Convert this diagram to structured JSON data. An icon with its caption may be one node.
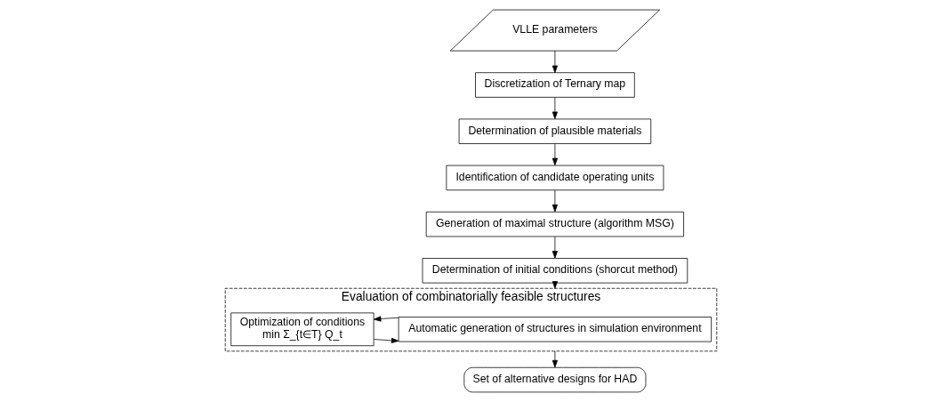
{
  "diagram": {
    "nodes": [
      {
        "text": [
          "VLLE parameters"
        ]
      },
      {
        "text": [
          "Discretization of Ternary map"
        ]
      },
      {
        "text": [
          "Determination of plausible materials"
        ]
      },
      {
        "text": [
          "Identification of candidate operating units"
        ]
      },
      {
        "text": [
          "Generation of maximal structure (algorithm MSG)"
        ]
      },
      {
        "text": [
          "Determination of initial conditions (shorcut method)"
        ]
      },
      {
        "text": [
          "Evaluation of combinatorially feasible structures"
        ]
      },
      {
        "text": [
          "Automatic generation of structures in simulation environment"
        ],
        "in": 6
      },
      {
        "text": [
          "Optimization of conditions",
          "min Σ_{t∈T} Q_t"
        ],
        "in": 6
      },
      {
        "text": [
          "Set of alternative designs for HAD"
        ]
      }
    ],
    "edges": [
      {
        "from": 0,
        "to": 1,
        "arrow": "to"
      },
      {
        "from": 1,
        "to": 2,
        "arrow": "to"
      },
      {
        "from": 2,
        "to": 3,
        "arrow": "to"
      },
      {
        "from": 3,
        "to": 4,
        "arrow": "to"
      },
      {
        "from": 4,
        "to": 5,
        "arrow": "to"
      },
      {
        "from": 5,
        "to": 6,
        "arrow": "to"
      },
      {
        "from": 8,
        "to": 7,
        "arrow": "to"
      },
      {
        "from": 7,
        "to": 8,
        "arrow": "to"
      },
      {
        "from": 6,
        "to": 9,
        "arrow": "to"
      }
    ]
  }
}
